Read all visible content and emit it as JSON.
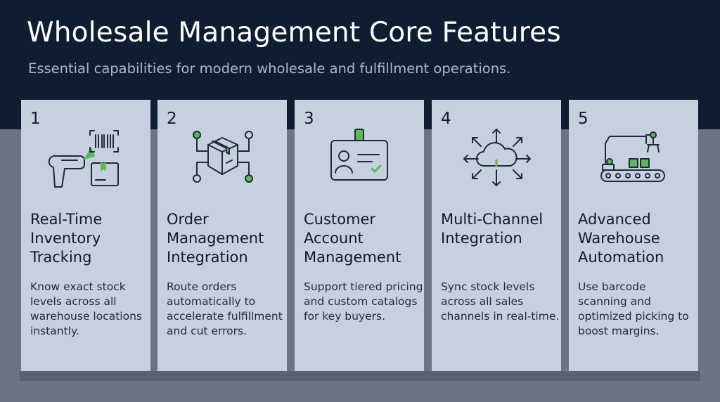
{
  "header": {
    "title": "Wholesale Management Core Features",
    "subtitle": "Essential capabilities for modern wholesale and fulfillment operations."
  },
  "colors": {
    "header_bg": "#0f1d33",
    "page_bg": "#6b7480",
    "card_bg": "#c7d0de",
    "accent_green": "#5cb85c",
    "icon_stroke": "#1f2937"
  },
  "cards": [
    {
      "number": "1",
      "title": "Real-Time Inventory Tracking",
      "description": "Know exact stock levels across all warehouse locations instantly.",
      "icon": "barcode-scanner-icon"
    },
    {
      "number": "2",
      "title": "Order Management Integration",
      "description": "Route orders automatically to accelerate fulfillment and cut errors.",
      "icon": "package-routing-icon"
    },
    {
      "number": "3",
      "title": "Customer Account Management",
      "description": "Support tiered pricing and custom catalogs for key buyers.",
      "icon": "id-badge-icon"
    },
    {
      "number": "4",
      "title": "Multi-Channel Integration",
      "description": "Sync stock levels across all sales channels in real-time.",
      "icon": "cloud-sync-icon"
    },
    {
      "number": "5",
      "title": "Advanced Warehouse Automation",
      "description": "Use barcode scanning and optimized picking to boost margins.",
      "icon": "robotic-arm-conveyor-icon"
    }
  ]
}
